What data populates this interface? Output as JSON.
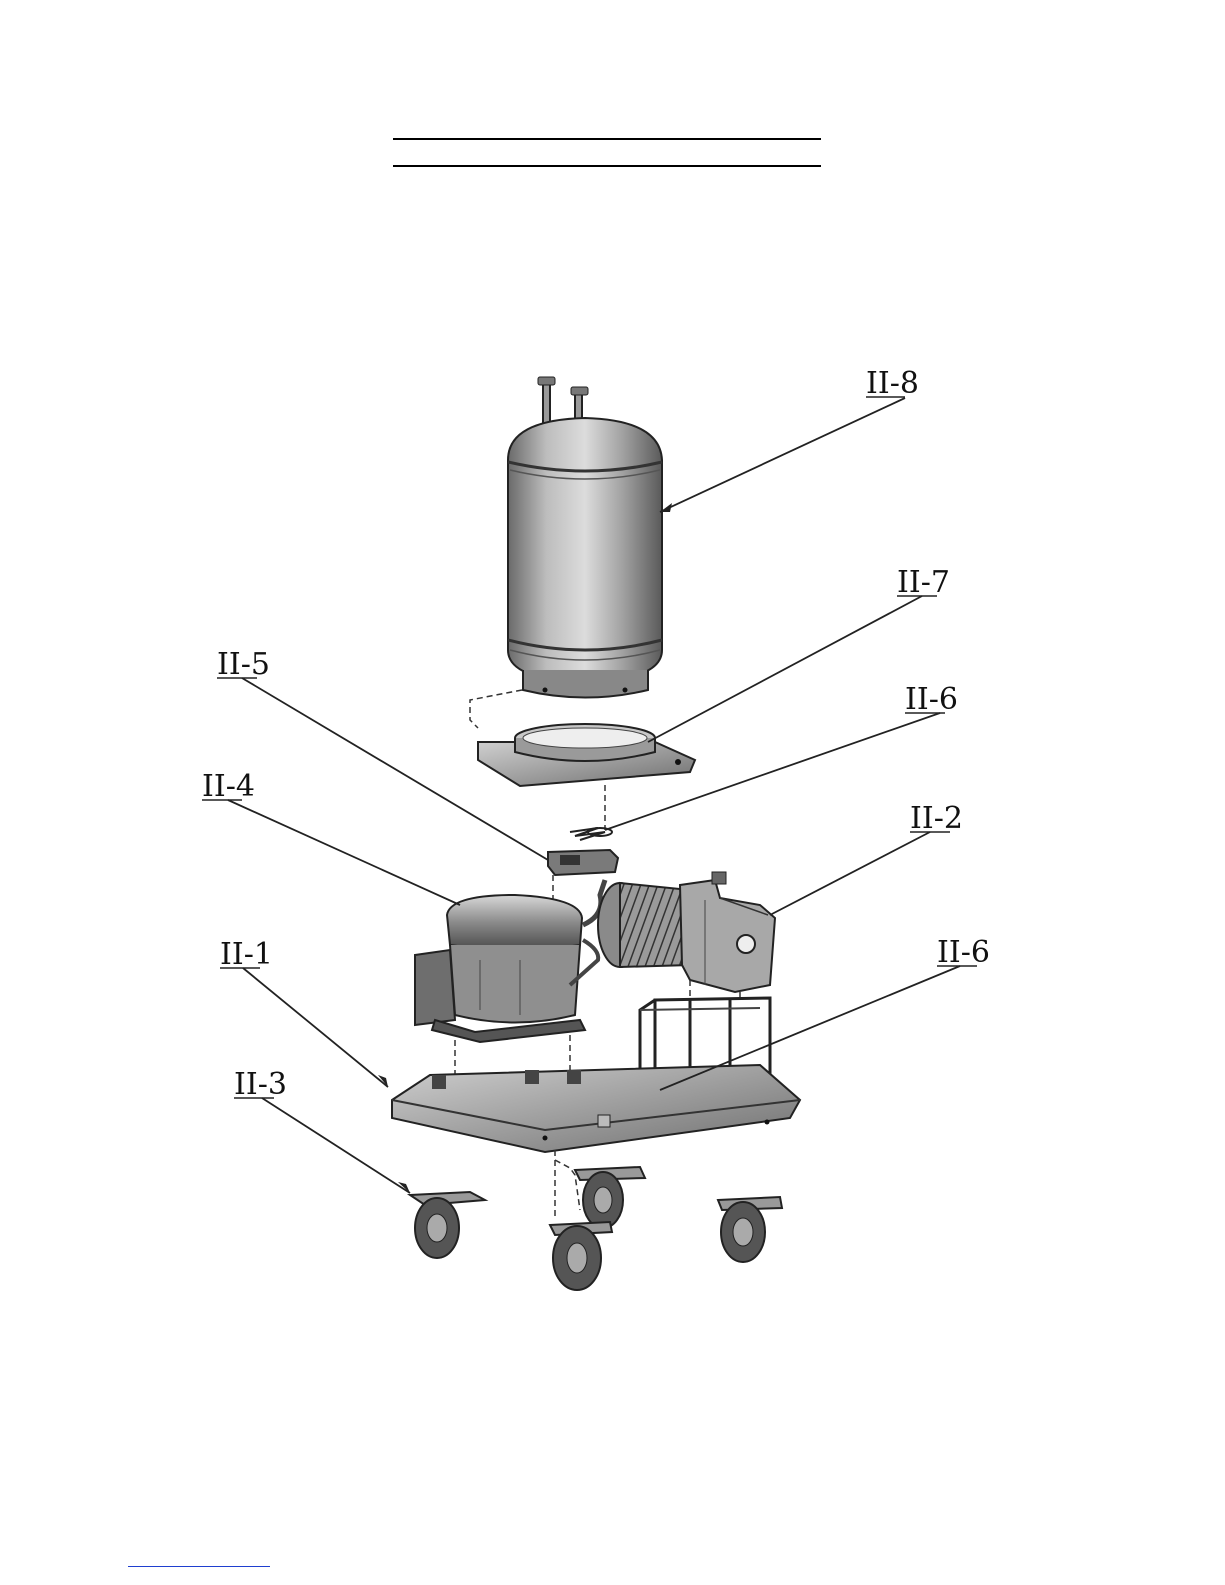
{
  "callouts": [
    {
      "id": "c8",
      "label": "II-8"
    },
    {
      "id": "c7",
      "label": "II-7"
    },
    {
      "id": "c6a",
      "label": "II-6"
    },
    {
      "id": "c5",
      "label": "II-5"
    },
    {
      "id": "c4",
      "label": "II-4"
    },
    {
      "id": "c2",
      "label": "II-2"
    },
    {
      "id": "c1",
      "label": "II-1"
    },
    {
      "id": "c6b",
      "label": "II-6"
    },
    {
      "id": "c3",
      "label": "II-3"
    }
  ]
}
